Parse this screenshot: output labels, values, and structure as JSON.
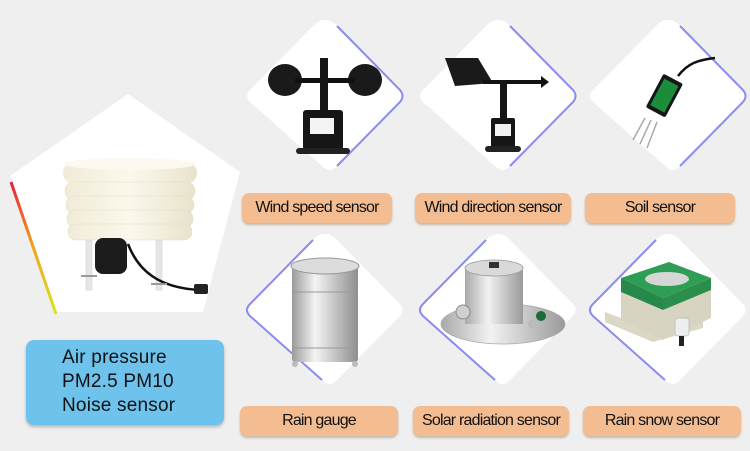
{
  "hero": {
    "product": "multi-layer louvered environmental sensor (radiation shield)",
    "info_lines": [
      "Air pressure",
      "PM2.5 PM10",
      "Noise sensor"
    ]
  },
  "products": [
    {
      "label": "Wind speed sensor",
      "image": "cup-anemometer"
    },
    {
      "label": "Wind direction sensor",
      "image": "wind-vane"
    },
    {
      "label": "Soil sensor",
      "image": "soil-probe"
    },
    {
      "label": "Rain gauge",
      "image": "rain-gauge-bucket"
    },
    {
      "label": "Solar radiation sensor",
      "image": "pyranometer"
    },
    {
      "label": "Rain snow sensor",
      "image": "rain-snow-detector"
    }
  ],
  "colors": {
    "background": "#efefef",
    "label_bg": "#f4bd91",
    "info_bg": "#6ec3ec",
    "diamond_edge": "#8a8cf0"
  }
}
